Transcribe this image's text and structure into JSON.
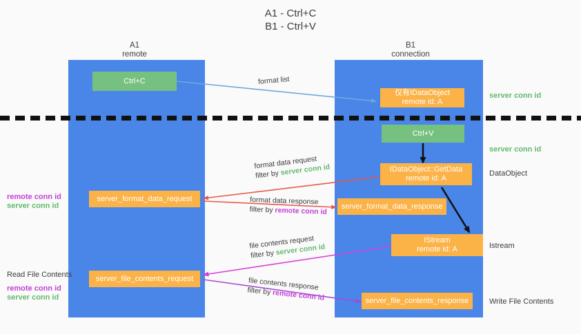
{
  "title": {
    "line1": "A1 - Ctrl+C",
    "line2": "B1 - Ctrl+V"
  },
  "columns": [
    {
      "name": "A1",
      "sub": "remote"
    },
    {
      "name": "B1",
      "sub": "connection"
    }
  ],
  "boxes": {
    "ctrl_c": {
      "label": "Ctrl+C"
    },
    "ctrl_v": {
      "label": "Ctrl+V"
    },
    "idataobject": {
      "line1": "仅有IDataObject",
      "line2": "remote id: A"
    },
    "getdata": {
      "line1": "IDataObject::GetData",
      "line2": "remote id: A"
    },
    "istream": {
      "line1": "IStream",
      "line2": "remote id: A"
    },
    "fmt_req": {
      "label": "server_format_data_request"
    },
    "fmt_resp": {
      "label": "server_format_data_response"
    },
    "file_req": {
      "label": "server_file_contents_request"
    },
    "file_resp": {
      "label": "server_file_contents_response"
    }
  },
  "right_labels": {
    "server_conn_id_top": "server conn id",
    "server_conn_id_mid": "server conn id",
    "dataobject": "DataObject",
    "istream": "Istream",
    "write_file_contents": "Write File Contents"
  },
  "left_labels": {
    "remote_conn_id_1": "remote conn id",
    "server_conn_id_1": "server conn id",
    "read_file_contents": "Read File Contents",
    "remote_conn_id_2": "remote conn id",
    "server_conn_id_2": "server conn id"
  },
  "edges": {
    "format_list": "format list",
    "fmt_data_req": "format data request",
    "fmt_data_req_filter_prefix": "filter by ",
    "fmt_data_req_filter_key": "server conn id",
    "fmt_data_resp": "format data response",
    "fmt_data_resp_filter_prefix": "filter by ",
    "fmt_data_resp_filter_key": "remote conn id",
    "file_contents_req": "file contents request",
    "file_contents_req_filter_prefix": "filter by ",
    "file_contents_req_filter_key": "server conn id",
    "file_contents_resp": "file contents response",
    "file_contents_resp_filter_prefix": "filter by ",
    "file_contents_resp_filter_key": "remote conn id"
  },
  "colors": {
    "lane": "#4a86e8",
    "green_box": "#77c180",
    "orange_box": "#fbb247",
    "green_text": "#62ba6e",
    "purple_text": "#c13fd6",
    "arrow_blue": "#6fa8dc",
    "arrow_red": "#e8584a",
    "arrow_black": "#111111",
    "arrow_magenta": "#d63fd6",
    "arrow_purple": "#a64ad6"
  }
}
